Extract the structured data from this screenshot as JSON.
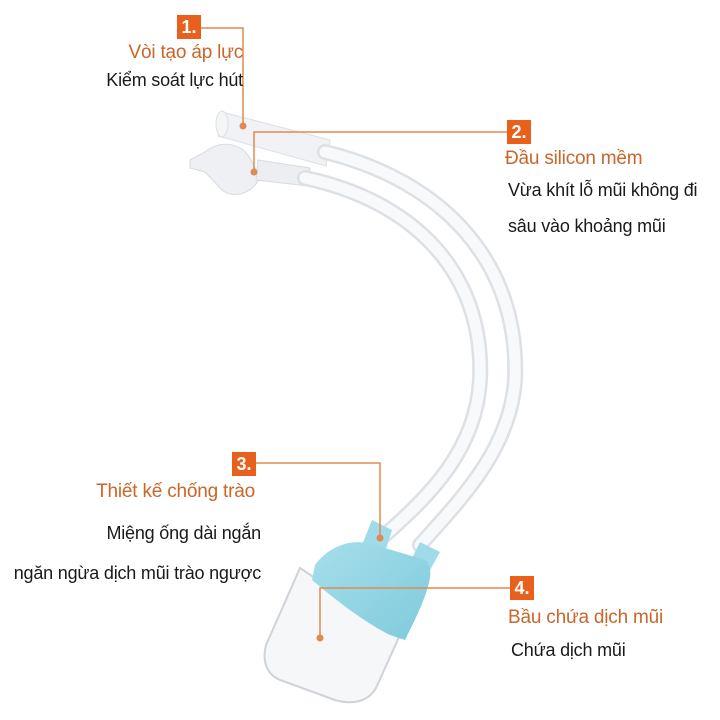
{
  "product": "Nasal aspirator (dụng cụ hút mũi)",
  "colors": {
    "accent_orange": "#e8601c",
    "title_orange": "#c9662b",
    "text_dark": "#1a1a1a",
    "bulb_blue": "#8fd3e3",
    "background": "#ffffff"
  },
  "callouts": [
    {
      "number": "1.",
      "title": "Vòi tạo áp lực",
      "lines": [
        "Kiểm soát lực hút"
      ]
    },
    {
      "number": "2.",
      "title": "Đầu silicon mềm",
      "lines": [
        "Vừa khít lỗ mũi không đi",
        "sâu vào khoảng mũi"
      ]
    },
    {
      "number": "3.",
      "title": "Thiết kế chống trào",
      "lines": [
        "Miệng ống dài ngắn",
        "ngăn ngừa dịch mũi trào ngược"
      ]
    },
    {
      "number": "4.",
      "title": "Bầu chứa dịch mũi",
      "lines": [
        "Chứa dịch mũi"
      ]
    }
  ]
}
